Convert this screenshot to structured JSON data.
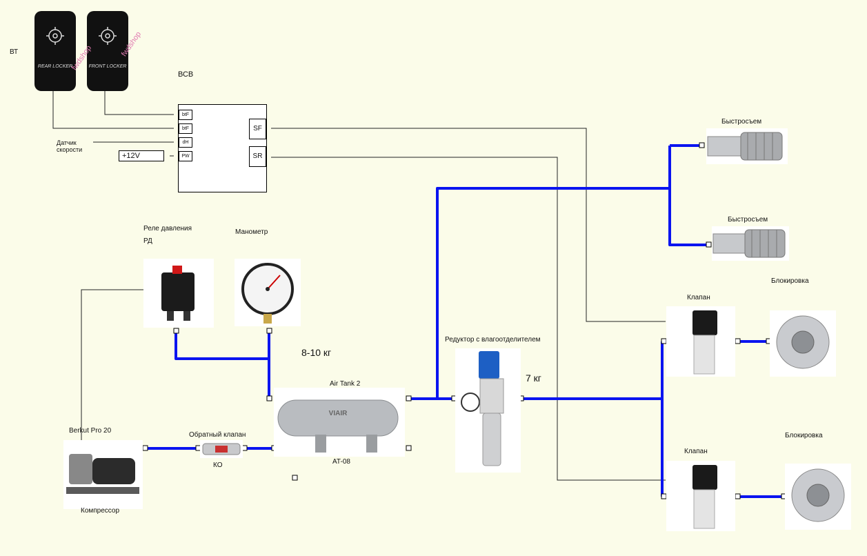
{
  "switches": {
    "group_label": "ВТ",
    "rear": "REAR LOCKER",
    "front": "FRONT LOCKER",
    "watermark": "fwdshop"
  },
  "controller": {
    "title": "ВСВ",
    "pins": [
      "btF",
      "btF",
      "dH",
      "PW"
    ],
    "outputs": [
      "SF",
      "SR"
    ]
  },
  "speed_sensor": [
    "Датчик",
    "скорости"
  ],
  "power": "+12V",
  "quick_connects": [
    "Быстросъем",
    "Быстросъем"
  ],
  "pressure_relay": [
    "Реле давления",
    "РД"
  ],
  "gauge": "Манометр",
  "pressure_tank": "8-10 кг",
  "tank": {
    "name": "Air Tank 2",
    "model": "AT-08",
    "brand": "VIAIR"
  },
  "regulator": {
    "name": "Редуктор с влагоотделителем",
    "pressure": "7 кг"
  },
  "valves": [
    "Клапан",
    "Клапан"
  ],
  "lockers": [
    "Блокировка",
    "Блокировка"
  ],
  "compressor": {
    "name": "Berkut Pro 20",
    "caption": "Компрессор"
  },
  "check_valve": {
    "name": "Обратный клапан",
    "code": "КО"
  },
  "colors": {
    "air_line": "#0a14f0",
    "wire": "#111111",
    "background": "#fbfce9"
  }
}
